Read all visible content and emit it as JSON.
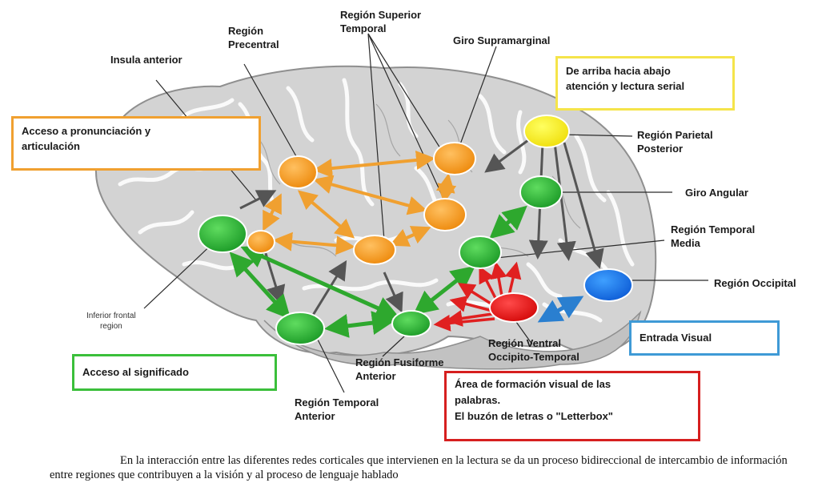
{
  "labels": {
    "insula": "Insula anterior",
    "precentral": [
      "Región",
      "Precentral"
    ],
    "superior_temporal": [
      "Región Superior",
      "Temporal"
    ],
    "supramarginal": "Giro Supramarginal",
    "parietal_posterior": [
      "Región Parietal",
      "Posterior"
    ],
    "angular": "Giro Angular",
    "temporal_media": [
      "Región Temporal",
      "Media"
    ],
    "occipital": "Región Occipital",
    "inferior_frontal": [
      "Inferior frontal",
      "region"
    ],
    "fusiforme_anterior": [
      "Región Fusiforme",
      "Anterior"
    ],
    "ventral_occipito": [
      "Región Ventral",
      "Occipito-Temporal"
    ],
    "temporal_anterior": [
      "Región Temporal",
      "Anterior"
    ]
  },
  "boxes": {
    "pronunciacion": [
      "Acceso a pronunciación y",
      "articulación"
    ],
    "top_down": [
      "De arriba hacia abajo",
      "atención y lectura serial"
    ],
    "significado": "Acceso al significado",
    "entrada_visual": "Entrada Visual",
    "letterbox": [
      "Área de formación visual de las",
      "palabras.",
      "El buzón de letras o \"Letterbox\""
    ]
  },
  "caption": "En la interacción entre las diferentes redes corticales que intervienen en la lectura se da un proceso bidireccional de intercambio de información entre regiones que contribuyen a la visión y al proceso de lenguaje hablado",
  "colors": {
    "orange": "#f0a030",
    "yellow": "#f5e44a",
    "green": "#3bbf3b",
    "blue": "#3f9ad6",
    "red": "#d61f1f",
    "gray_arrow": "#5a5a5a"
  }
}
